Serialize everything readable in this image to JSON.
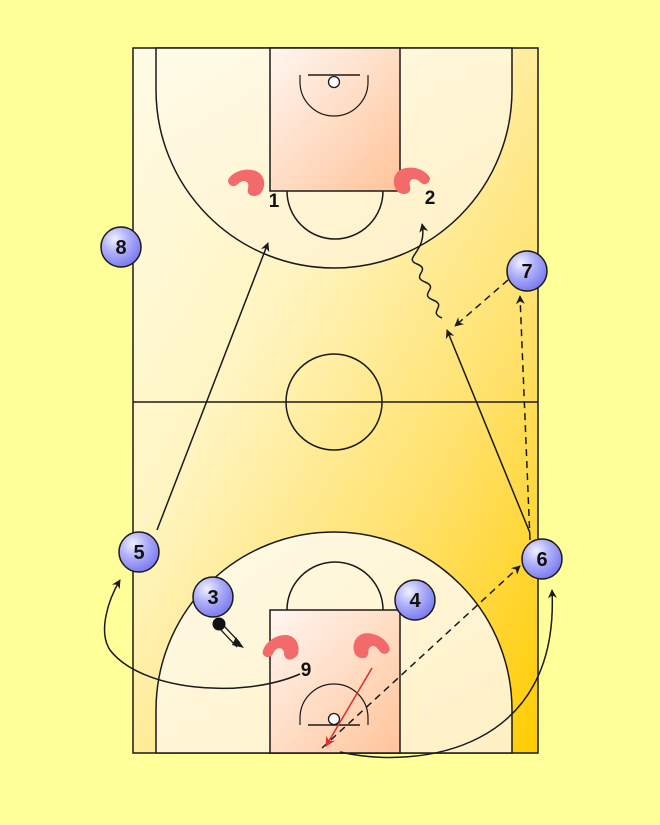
{
  "colors": {
    "background": "#ffff99",
    "court_light": "#fffbe6",
    "court_dark": "#ffd000",
    "paint_light": "#fff3ea",
    "paint_dark": "#ffc8a0",
    "line": "#1a1a1a",
    "player_fill": "#8f8ff5",
    "player_highlight": "#e6e6ff",
    "defender": "#f26a6a",
    "red_arrow": "#e03030"
  },
  "offense": [
    {
      "id": "p3",
      "label": "3"
    },
    {
      "id": "p4",
      "label": "4"
    },
    {
      "id": "p5",
      "label": "5"
    },
    {
      "id": "p6",
      "label": "6"
    },
    {
      "id": "p7",
      "label": "7"
    },
    {
      "id": "p8",
      "label": "8"
    }
  ],
  "defense": [
    {
      "id": "d1",
      "label": "1"
    },
    {
      "id": "d2",
      "label": "2"
    },
    {
      "id": "d9",
      "label": "9"
    }
  ]
}
